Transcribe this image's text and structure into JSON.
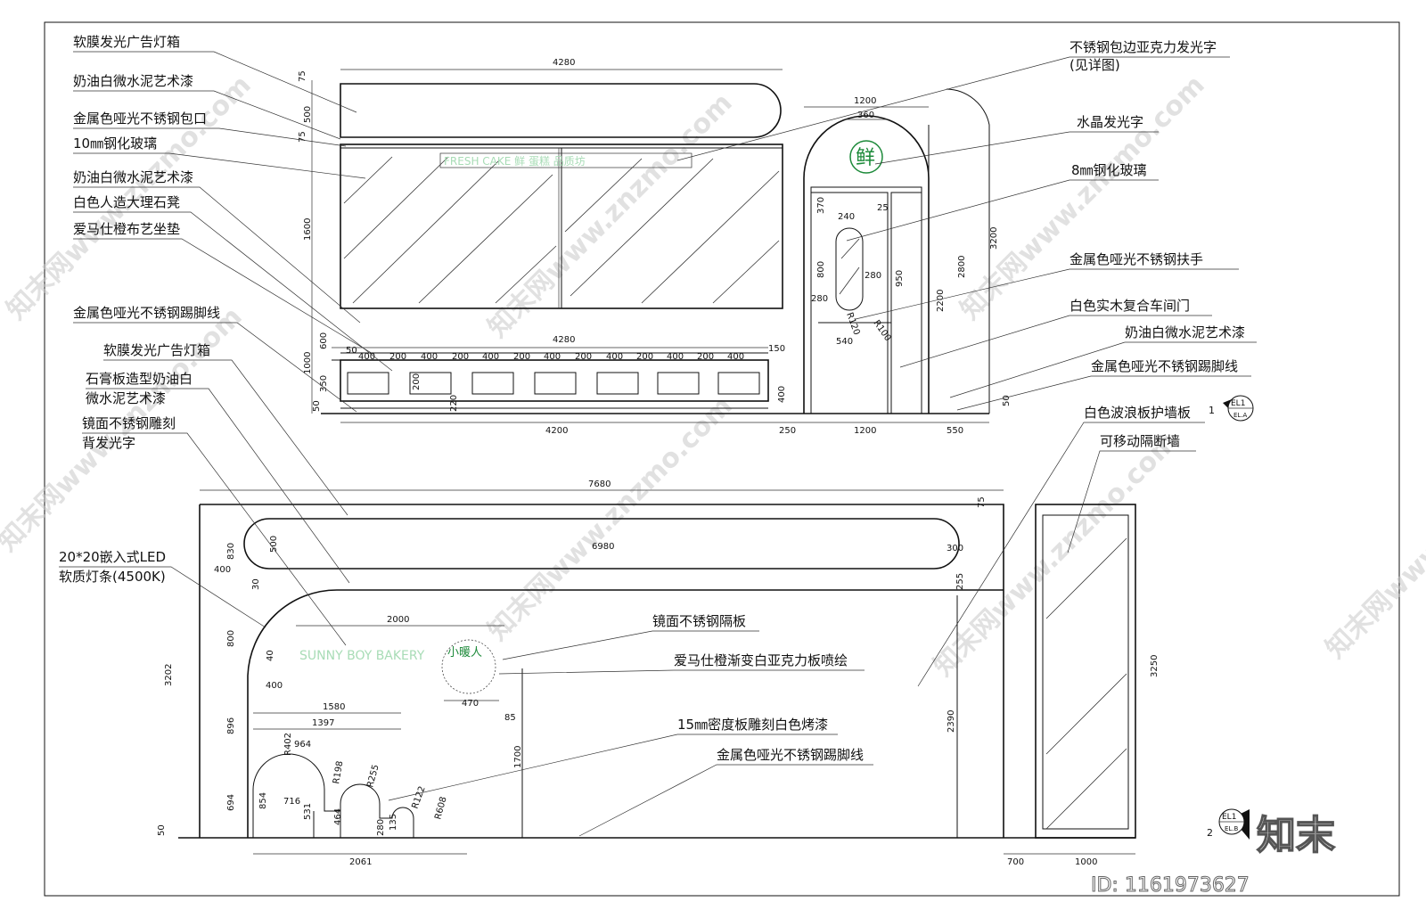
{
  "drawing": {
    "upper_elevation": {
      "labels_left": [
        "软膜发光广告灯箱",
        "奶油白微水泥艺术漆",
        "金属色哑光不锈钢包口",
        "10㎜钢化玻璃",
        "奶油白微水泥艺术漆",
        "白色人造大理石凳",
        "爱马仕橙布艺坐垫",
        "金属色哑光不锈钢踢脚线"
      ],
      "labels_right": [
        "不锈钢包边亚克力发光字",
        "(见详图)",
        "水晶发光字",
        "8㎜钢化玻璃",
        "金属色哑光不锈钢扶手",
        "白色实木复合车间门",
        "奶油白微水泥艺术漆",
        "金属色哑光不锈钢踢脚线"
      ],
      "dims": {
        "top_width": "4280",
        "lightbox_h": "500",
        "top_75a": "75",
        "top_75b": "75",
        "glass_h": "1600",
        "total_h": "1000",
        "d600": "600",
        "d350": "350",
        "d50": "50",
        "bench_width": "4280",
        "bench_segments": [
          "50",
          "400",
          "200",
          "400",
          "200",
          "400",
          "200",
          "400",
          "200",
          "400",
          "200",
          "400",
          "200",
          "400",
          "150"
        ],
        "d200v": "200",
        "d220": "220",
        "d400v": "400",
        "bottom": [
          "4200",
          "250",
          "1200",
          "550"
        ],
        "door_w": "1200",
        "door_top": "360",
        "d370": "370",
        "d240": "240",
        "d25": "25",
        "d800": "800",
        "d280a": "280",
        "d280b": "280",
        "d950": "950",
        "r120": "R120",
        "r100": "R100",
        "d540": "540",
        "d2200": "2200",
        "d2800": "2800",
        "d3200": "3200",
        "d50r": "50"
      },
      "sign_text": "FRESH CAKE 鲜 蛋糕 品质坊",
      "logo_char": "鲜",
      "section_mark": {
        "num": "1",
        "code": "EL1",
        "sub": "EL.A"
      }
    },
    "lower_elevation": {
      "labels_left": [
        "软膜发光广告灯箱",
        "石膏板造型奶油白",
        "微水泥艺术漆",
        "镜面不锈钢雕刻",
        "背发光字",
        "20*20嵌入式LED",
        "软质灯条(4500K)"
      ],
      "labels_right": [
        "白色波浪板护墙板",
        "可移动隔断墙",
        "镜面不锈钢隔板",
        "爱马仕橙渐变白亚克力板喷绘",
        "15㎜密度板雕刻白色烤漆",
        "金属色哑光不锈钢踢脚线"
      ],
      "dims": {
        "total_w": "7680",
        "lightbox_w": "6980",
        "d75": "75",
        "d500": "500",
        "d300": "300",
        "d830": "830",
        "d400a": "400",
        "d30": "30",
        "d255": "255",
        "d3202": "3202",
        "d800": "800",
        "d2000": "2000",
        "d40": "40",
        "d400b": "400",
        "d470": "470",
        "d85": "85",
        "d1580": "1580",
        "d1397": "1397",
        "d896": "896",
        "d964": "964",
        "r402": "R402",
        "r198": "R198",
        "r255": "R255",
        "d1700": "1700",
        "d2390": "2390",
        "d3250": "3250",
        "d694": "694",
        "d854": "854",
        "d716": "716",
        "d531": "531",
        "d464": "464",
        "d280": "280",
        "d135": "135",
        "r122": "R122",
        "r608": "R608",
        "d50": "50",
        "d2061": "2061",
        "d700": "700",
        "d1000": "1000"
      },
      "sign_text": "SUNNY BOY BAKERY",
      "sign_cn": "小暖人",
      "section_mark": {
        "num": "2",
        "code": "EL1",
        "sub": "EL.B"
      }
    },
    "brand": "知末",
    "id_text": "ID: 1161973627",
    "watermark": "知末网www.znzmo.com"
  }
}
